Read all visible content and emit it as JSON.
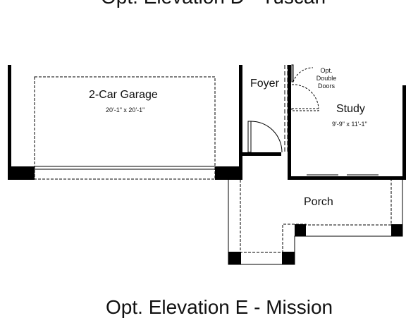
{
  "top_title": "Opt. Elevation D - Tuscan",
  "bottom_title": "Opt. Elevation E - Mission",
  "rooms": {
    "garage": {
      "name": "2-Car Garage",
      "dims": "20'-1\" x 20'-1\""
    },
    "foyer": {
      "name": "Foyer"
    },
    "study": {
      "name": "Study",
      "dims": "9'-9\" x 11'-1\""
    },
    "porch": {
      "name": "Porch"
    }
  },
  "notes": {
    "double_doors": [
      "Opt.",
      "Double",
      "Doors"
    ]
  }
}
